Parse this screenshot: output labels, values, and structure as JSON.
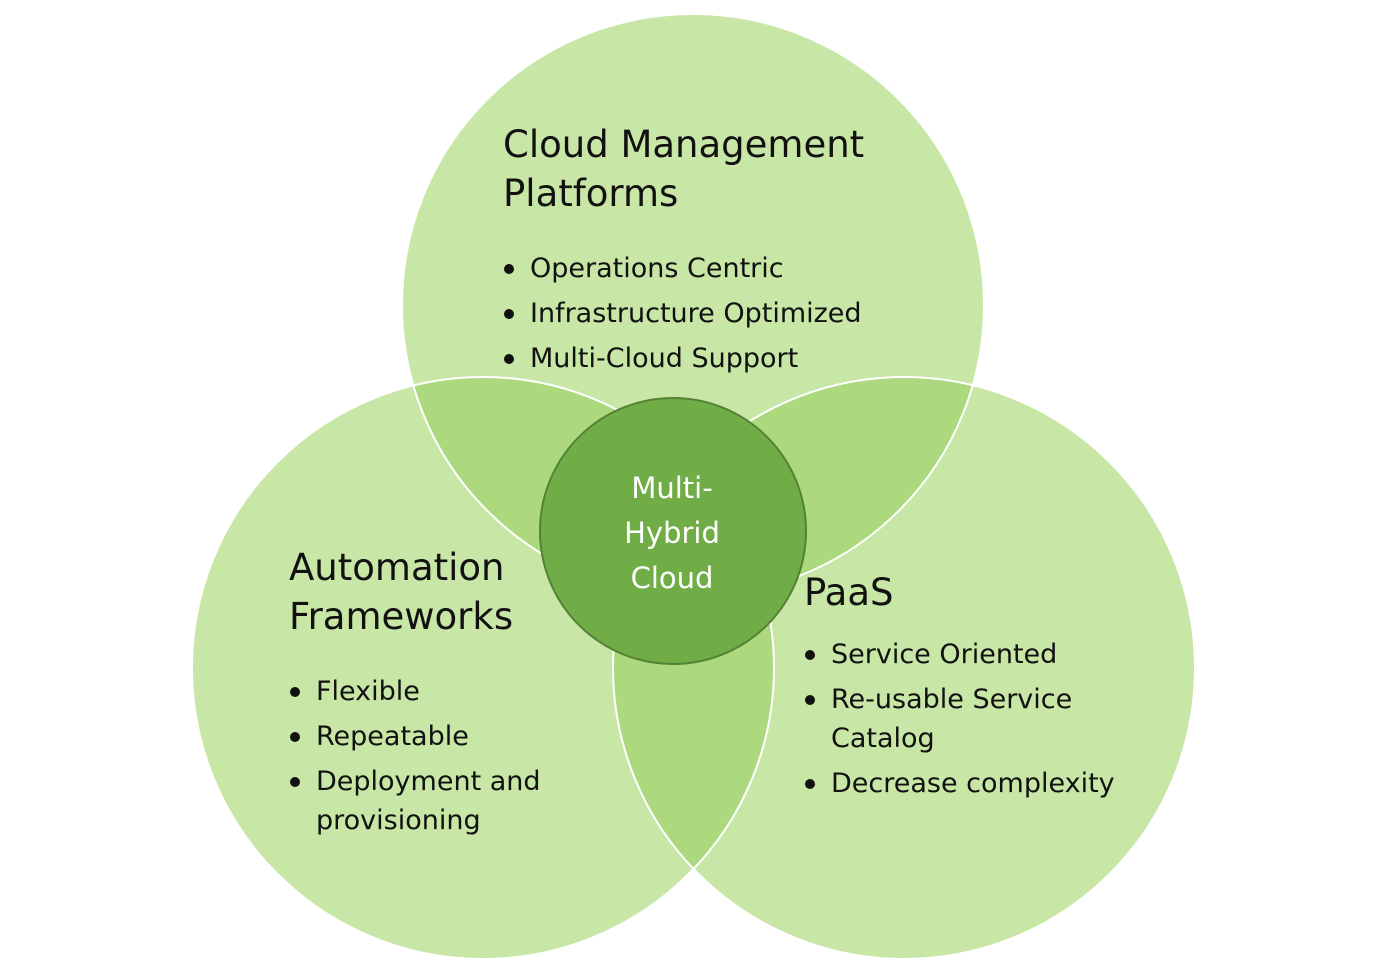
{
  "diagram": {
    "colors": {
      "circle_fill": "#c8e6a5",
      "overlap_fill": "#acd87e",
      "center_fill": "#70ad47",
      "center_stroke": "#548235",
      "circle_stroke": "#ffffff",
      "text": "#111111",
      "center_text": "#ffffff"
    },
    "top": {
      "title_lines": [
        "Cloud Management",
        "Platforms"
      ],
      "bullets": [
        "Operations Centric",
        "Infrastructure Optimized",
        "Multi-Cloud Support"
      ]
    },
    "left": {
      "title_lines": [
        "Automation",
        "Frameworks"
      ],
      "bullets": [
        "Flexible",
        "Repeatable",
        "Deployment and provisioning"
      ]
    },
    "right": {
      "title_lines": [
        "PaaS"
      ],
      "bullets": [
        "Service Oriented",
        "Re-usable Service Catalog",
        "Decrease complexity"
      ]
    },
    "center": {
      "label_lines": [
        "Multi-",
        "Hybrid",
        "Cloud"
      ]
    }
  }
}
